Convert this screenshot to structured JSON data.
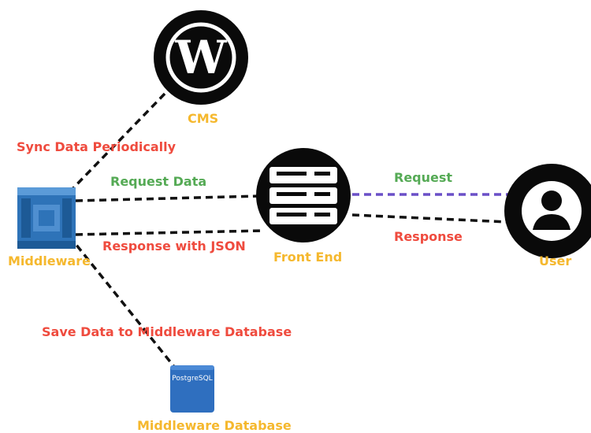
{
  "nodes": {
    "cms": {
      "label": "CMS",
      "icon": "wordpress-icon"
    },
    "middleware": {
      "label": "Middleware",
      "icon": "middleware-cube-icon"
    },
    "front_end": {
      "label": "Front End",
      "icon": "server-icon"
    },
    "user": {
      "label": "User",
      "icon": "user-icon"
    },
    "database": {
      "label": "Middleware Database",
      "icon": "postgresql-icon",
      "badge": "PostgreSQL"
    }
  },
  "edges": {
    "sync": "Sync Data Periodically",
    "request_data": "Request Data",
    "response_json": "Response with JSON",
    "save_data": "Save Data to Middleware Database",
    "request": "Request",
    "response": "Response"
  },
  "colors": {
    "node_label": "#F5B82E",
    "edge_label_red": "#EF4B3E",
    "edge_label_green": "#55AA55",
    "request_line": "#6A4FC7",
    "middleware_blue": "#2E73B8",
    "database_blue": "#2F6FBF"
  }
}
